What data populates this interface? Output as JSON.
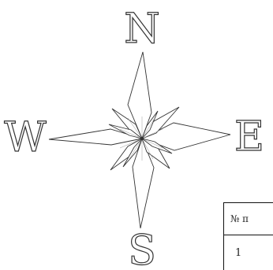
{
  "compass": {
    "north": "N",
    "south": "S",
    "east": "E",
    "west": "W",
    "ray_color": "#333333",
    "center_color": "#333333"
  },
  "table": {
    "header": "№ п",
    "first_cell": "1"
  }
}
